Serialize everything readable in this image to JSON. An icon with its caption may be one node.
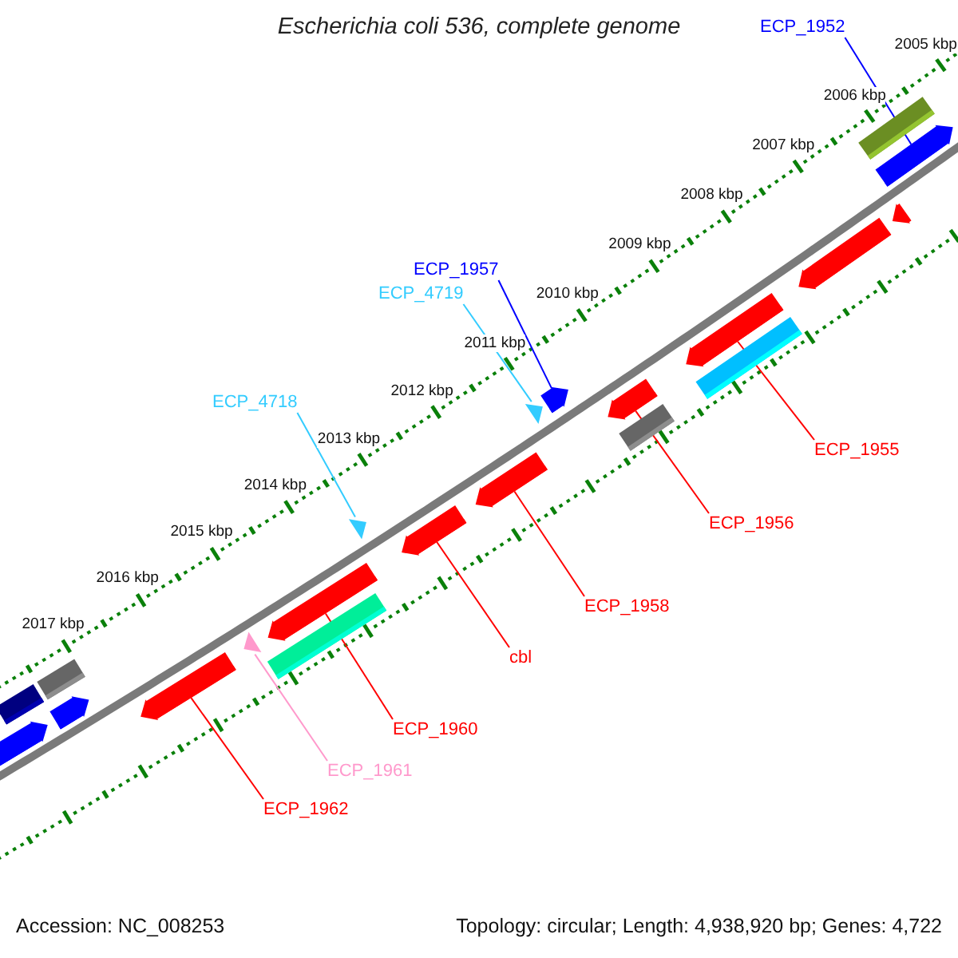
{
  "diagram": {
    "title": "Escherichia coli 536, complete genome",
    "nodes": [
      {
        "text": [
          "ECP_1952"
        ]
      },
      {
        "text": [
          "ECP_1957"
        ]
      },
      {
        "text": [
          "ECP_4719"
        ]
      },
      {
        "text": [
          "ECP_4718"
        ]
      },
      {
        "text": [
          "ECP_1955"
        ]
      },
      {
        "text": [
          "ECP_1956"
        ]
      },
      {
        "text": [
          "ECP_1958"
        ]
      },
      {
        "text": [
          "cbl"
        ]
      },
      {
        "text": [
          "ECP_1960"
        ]
      },
      {
        "text": [
          "ECP_1961"
        ]
      },
      {
        "text": [
          "ECP_1962"
        ]
      },
      {
        "text": [],
        "shape": "box"
      },
      {
        "text": [],
        "shape": "bar"
      },
      {
        "text": [],
        "shape": "bar"
      },
      {
        "text": [],
        "shape": "bar"
      },
      {
        "text": [],
        "shape": "bar"
      },
      {
        "text": [],
        "shape": "box"
      },
      {
        "text": [],
        "shape": "bar"
      },
      {
        "text": [],
        "shape": "box"
      },
      {
        "text": [],
        "shape": "bar"
      },
      {
        "text": [],
        "shape": "bar"
      },
      {
        "text": [],
        "shape": "bar"
      },
      {
        "text": [],
        "shape": "bar"
      },
      {
        "text": [],
        "shape": "bar"
      },
      {
        "text": [],
        "shape": "bar"
      },
      {
        "text": [],
        "shape": "box"
      },
      {
        "text": [],
        "shape": "bar"
      },
      {
        "text": [],
        "shape": "bar"
      },
      {
        "text": [],
        "shape": "box"
      },
      {
        "text": [],
        "shape": "box"
      },
      {
        "text": [],
        "shape": "bar"
      },
      {
        "text": [],
        "shape": "bar"
      }
    ],
    "edges": [
      {
        "from": 0,
        "to": 12,
        "arrow": "none",
        "color": "#0000ff"
      },
      {
        "from": 1,
        "to": 19,
        "arrow": "none",
        "color": "#0000ff"
      },
      {
        "from": 2,
        "to": 20,
        "arrow": "none",
        "color": "#33ccff"
      },
      {
        "from": 3,
        "to": 23,
        "arrow": "none",
        "color": "#33ccff"
      },
      {
        "from": 4,
        "to": 15,
        "arrow": "none"
      },
      {
        "from": 5,
        "to": 17,
        "arrow": "none"
      },
      {
        "from": 6,
        "to": 21,
        "arrow": "none"
      },
      {
        "from": 7,
        "to": 22,
        "arrow": "none"
      },
      {
        "from": 8,
        "to": 24,
        "arrow": "none"
      },
      {
        "from": 9,
        "to": 26,
        "arrow": "none",
        "color": "#ff99cc"
      },
      {
        "from": 10,
        "to": 27,
        "arrow": "none"
      }
    ],
    "labels": [
      "2005 kbp",
      "2006 kbp",
      "2007 kbp",
      "2008 kbp",
      "2009 kbp",
      "2010 kbp",
      "2011 kbp",
      "2012 kbp",
      "2013 kbp",
      "2014 kbp",
      "2015 kbp",
      "2016 kbp",
      "2017 kbp",
      "Accession: NC_008253",
      "Topology: circular; Length: 4,938,920 bp; Genes: 4,722"
    ]
  }
}
